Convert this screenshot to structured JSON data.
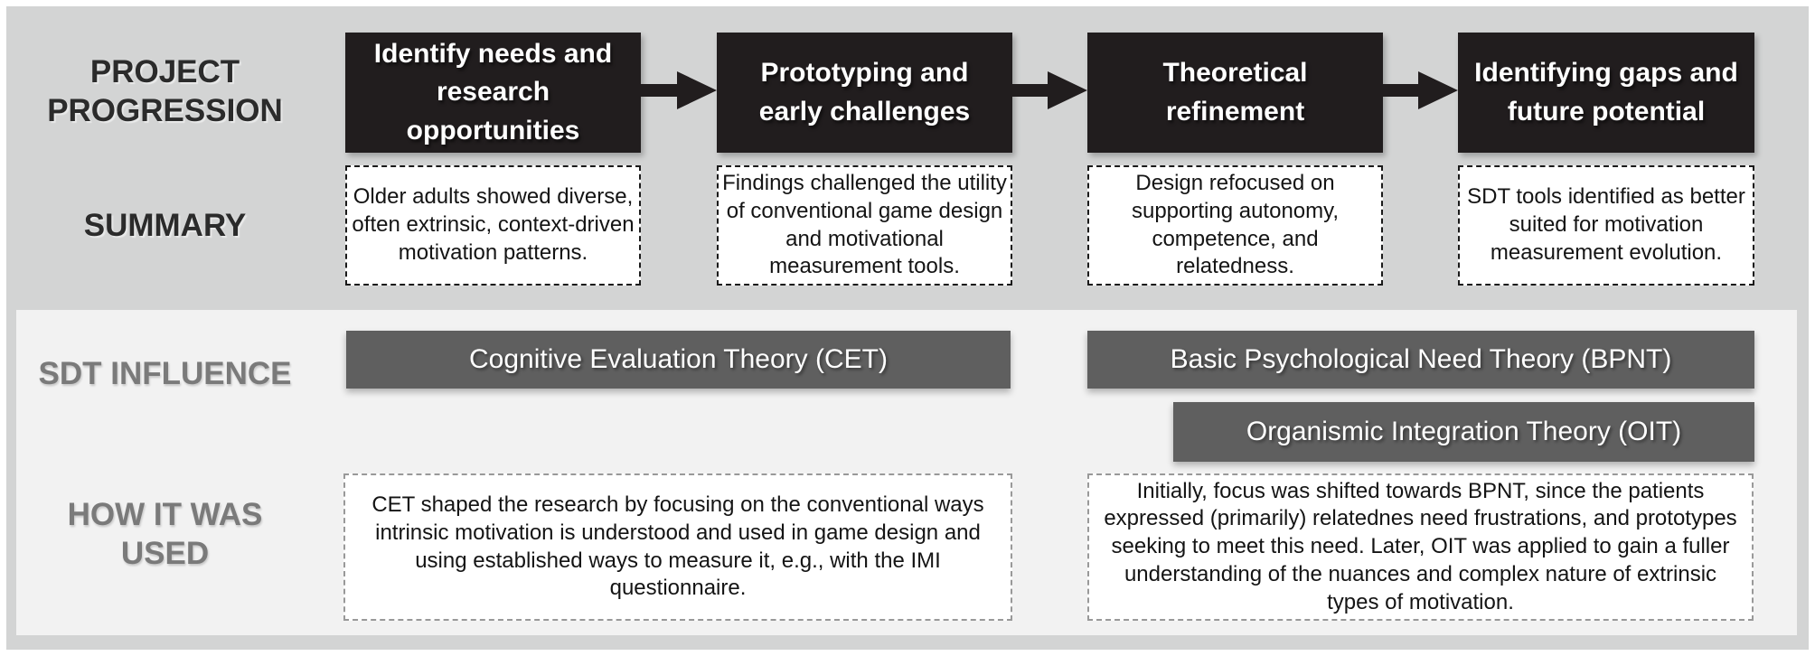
{
  "row_labels": {
    "progression": "PROJECT PROGRESSION",
    "summary": "SUMMARY",
    "sdt_influence": "SDT INFLUENCE",
    "how_used": "HOW IT WAS USED"
  },
  "stages": [
    {
      "title": "Identify needs and research opportunities",
      "summary": "Older adults showed diverse, often extrinsic, context-driven motivation patterns."
    },
    {
      "title": "Prototyping and early challenges",
      "summary": "Findings challenged the utility of conventional game design and motivational measurement tools."
    },
    {
      "title": "Theoretical refinement",
      "summary": "Design refocused on supporting autonomy, competence, and relatedness."
    },
    {
      "title": "Identifying gaps and future potential",
      "summary": "SDT tools identified as better suited for motivation measurement evolution."
    }
  ],
  "sdt_influence": {
    "cet": {
      "label": "Cognitive Evaluation Theory (CET)",
      "usage": "CET shaped the research by focusing on the conventional ways intrinsic motivation is understood and used in game design and using established ways to measure it, e.g., with the IMI questionnaire."
    },
    "bpnt": {
      "label": "Basic Psychological Need Theory (BPNT)"
    },
    "oit": {
      "label": "Organismic Integration Theory (OIT)"
    },
    "bpnt_oit_usage": "Initially, focus was shifted towards BPNT, since the patients expressed (primarily) relatednes need frustrations, and prototypes seeking to meet this need. Later, OIT was applied to gain a fuller understanding of the nuances and complex nature of extrinsic types of motivation."
  },
  "colors": {
    "outer_background": "#ffffff",
    "outer_panel": "#d3d4d4",
    "inner_panel": "#f2f2f2",
    "stage_box": "#211d1e",
    "theory_bar": "#5f5f5f",
    "arrow": "#211d1e",
    "label_dark": "#2b2b2b",
    "label_gray": "#7a7a7a"
  }
}
